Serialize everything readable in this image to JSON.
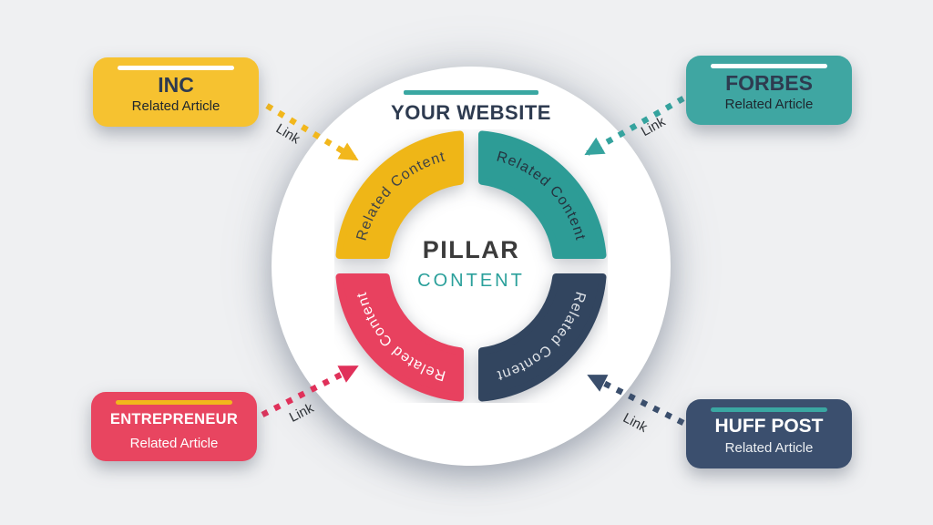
{
  "colors": {
    "background": "#EFF0F2",
    "hub_circle": "#FFFFFF",
    "teal_accent": "#3AA7A2",
    "dark_navy_text": "#2E3B50",
    "pillar_text": "#3B3B3B",
    "pillar_subtitle_text": "#2BA09B"
  },
  "hub": {
    "website_label": "YOUR WEBSITE",
    "pillar_title": "PILLAR",
    "pillar_subtitle": "CONTENT"
  },
  "quadrants": [
    {
      "position": "top-left",
      "label": "Related Content",
      "color": "#EFB617",
      "label_color": "#3E4347"
    },
    {
      "position": "top-right",
      "label": "Related Content",
      "color": "#2D9C96",
      "label_color": "#24333F"
    },
    {
      "position": "bottom-left",
      "label": "Related Content",
      "color": "#E8415F",
      "label_color": "#FFFFFF"
    },
    {
      "position": "bottom-right",
      "label": "Related Content",
      "color": "#32455F",
      "label_color": "#DFE3E8"
    }
  ],
  "sources": [
    {
      "name": "INC",
      "subtitle": "Related Article",
      "link_label": "Link",
      "position": "top-left",
      "box_color": "#F6C230",
      "accent_bar_color": "#FFFFFF",
      "arrow_color": "#F2B71C"
    },
    {
      "name": "FORBES",
      "subtitle": "Related Article",
      "link_label": "Link",
      "position": "top-right",
      "box_color": "#3FA6A2",
      "accent_bar_color": "#FFFFFF",
      "arrow_color": "#35A39E"
    },
    {
      "name": "ENTREPRENEUR",
      "subtitle": "Related Article",
      "link_label": "Link",
      "position": "bottom-left",
      "box_color": "#E84560",
      "accent_bar_color": "#F2B71C",
      "arrow_color": "#E0315A"
    },
    {
      "name": "HUFF POST",
      "subtitle": "Related Article",
      "link_label": "Link",
      "position": "bottom-right",
      "box_color": "#3B4F6E",
      "accent_bar_color": "#3AA7A2",
      "arrow_color": "#3A4E6C"
    }
  ]
}
